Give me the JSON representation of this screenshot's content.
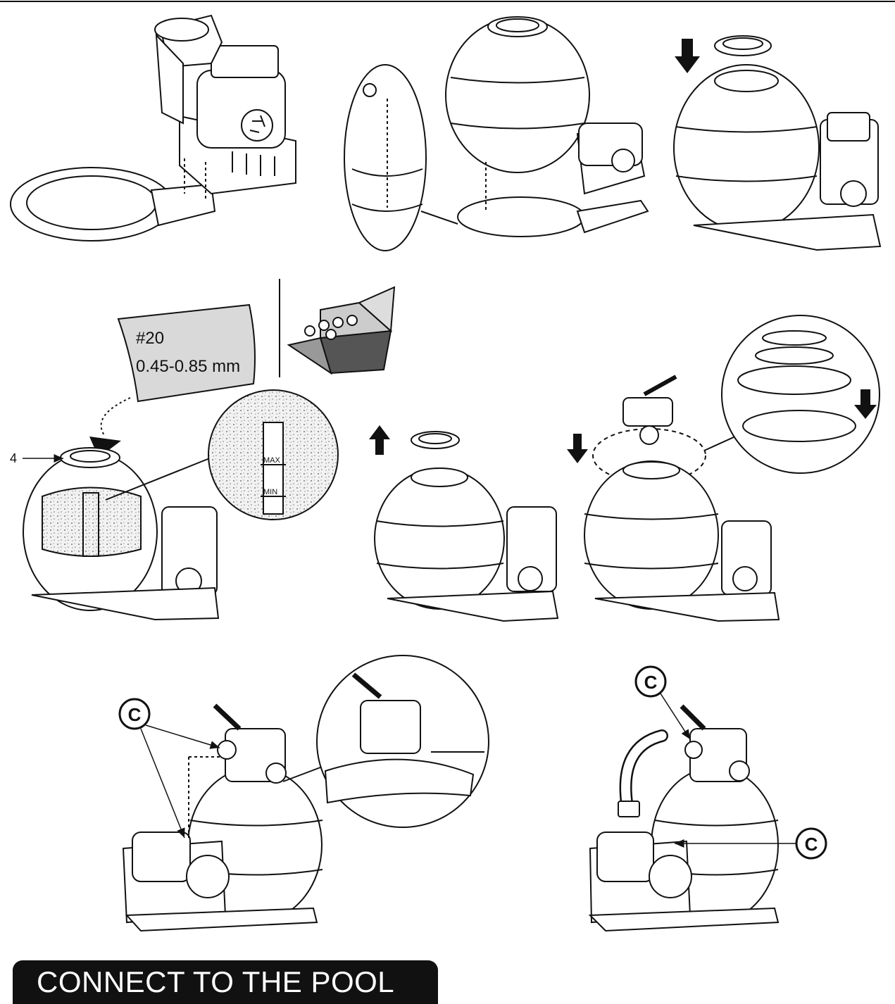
{
  "sand_bag": {
    "grade": "#20",
    "size_range": "0.45-0.85 mm"
  },
  "gauge": {
    "max_label": "MAX",
    "min_label": "MIN"
  },
  "callouts": {
    "part_number": "4",
    "connection_letter": "C"
  },
  "icons": [
    "down-arrow-icon",
    "up-arrow-icon"
  ],
  "banner": {
    "title": "CONNECT TO THE POOL"
  },
  "colors": {
    "line": "#111111",
    "bag_fill": "#d9d9d9",
    "banner_bg": "#111111",
    "banner_text": "#ffffff"
  }
}
